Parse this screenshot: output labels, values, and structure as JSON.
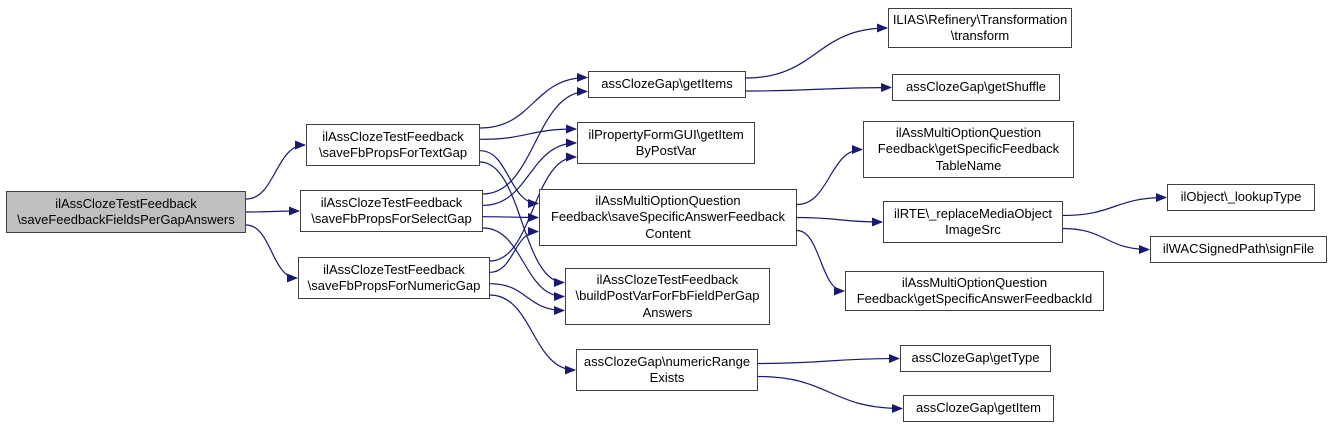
{
  "diagram": {
    "type": "call-graph",
    "colors": {
      "edge": "#191970",
      "node_border": "#404040",
      "node_fill": "#ffffff",
      "highlight_fill": "#bfbfbf",
      "text": "#000000",
      "background": "#ffffff"
    },
    "nodes": {
      "n1": {
        "label": "ilAssClozeTestFeedback\n\\saveFeedbackFieldsPerGapAnswers",
        "highlighted": true
      },
      "n2": {
        "label": "ilAssClozeTestFeedback\n\\saveFbPropsForTextGap",
        "highlighted": false
      },
      "n3": {
        "label": "ilAssClozeTestFeedback\n\\saveFbPropsForSelectGap",
        "highlighted": false
      },
      "n4": {
        "label": "ilAssClozeTestFeedback\n\\saveFbPropsForNumericGap",
        "highlighted": false
      },
      "n5": {
        "label": "assClozeGap\\getItems",
        "highlighted": false
      },
      "n6": {
        "label": "ilPropertyFormGUI\\getItem\nByPostVar",
        "highlighted": false
      },
      "n7": {
        "label": "ilAssMultiOptionQuestion\nFeedback\\saveSpecificAnswerFeedback\nContent",
        "highlighted": false
      },
      "n8": {
        "label": "ilAssClozeTestFeedback\n\\buildPostVarForFbFieldPerGap\nAnswers",
        "highlighted": false
      },
      "n9": {
        "label": "assClozeGap\\numericRange\nExists",
        "highlighted": false
      },
      "n10": {
        "label": "ILIAS\\Refinery\\Transformation\n\\transform",
        "highlighted": false
      },
      "n11": {
        "label": "assClozeGap\\getShuffle",
        "highlighted": false
      },
      "n12": {
        "label": "ilAssMultiOptionQuestion\nFeedback\\getSpecificFeedback\nTableName",
        "highlighted": false
      },
      "n13": {
        "label": "ilRTE\\_replaceMediaObject\nImageSrc",
        "highlighted": false
      },
      "n14": {
        "label": "ilAssMultiOptionQuestion\nFeedback\\getSpecificAnswerFeedbackId",
        "highlighted": false
      },
      "n15": {
        "label": "ilObject\\_lookupType",
        "highlighted": false
      },
      "n16": {
        "label": "ilWACSignedPath\\signFile",
        "highlighted": false
      },
      "n17": {
        "label": "assClozeGap\\getType",
        "highlighted": false
      },
      "n18": {
        "label": "assClozeGap\\getItem",
        "highlighted": false
      }
    },
    "edges": [
      [
        "n1",
        "n2"
      ],
      [
        "n1",
        "n3"
      ],
      [
        "n1",
        "n4"
      ],
      [
        "n2",
        "n5"
      ],
      [
        "n2",
        "n6"
      ],
      [
        "n2",
        "n7"
      ],
      [
        "n2",
        "n8"
      ],
      [
        "n3",
        "n5"
      ],
      [
        "n3",
        "n6"
      ],
      [
        "n3",
        "n7"
      ],
      [
        "n3",
        "n8"
      ],
      [
        "n4",
        "n6"
      ],
      [
        "n4",
        "n7"
      ],
      [
        "n4",
        "n8"
      ],
      [
        "n4",
        "n9"
      ],
      [
        "n5",
        "n10"
      ],
      [
        "n5",
        "n11"
      ],
      [
        "n7",
        "n12"
      ],
      [
        "n7",
        "n13"
      ],
      [
        "n7",
        "n14"
      ],
      [
        "n13",
        "n15"
      ],
      [
        "n13",
        "n16"
      ],
      [
        "n9",
        "n17"
      ],
      [
        "n9",
        "n18"
      ]
    ]
  }
}
